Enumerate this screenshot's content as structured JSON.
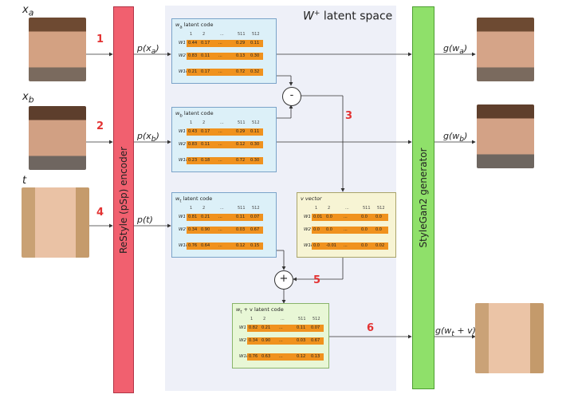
{
  "space_title": "W",
  "space_title_sup": "+",
  "space_title_rest": " latent space",
  "inputs": [
    {
      "label": "x",
      "sub": "a",
      "step": "1",
      "plabel": "p(x",
      "psub": "a",
      "pend": ")"
    },
    {
      "label": "x",
      "sub": "b",
      "step": "2",
      "plabel": "p(x",
      "psub": "b",
      "pend": ")"
    },
    {
      "label": "t",
      "sub": "",
      "step": "4",
      "plabel": "p(t)",
      "psub": "",
      "pend": ""
    }
  ],
  "encoder": "ReStyle (pSp) encoder",
  "generator": "StyleGan2 generator",
  "steps": {
    "s3": "3",
    "s5": "5",
    "s6": "6"
  },
  "ops": {
    "minus": "-",
    "plus": "+"
  },
  "outputs": {
    "ga": {
      "pre": "g(w",
      "sub": "a",
      "post": ")"
    },
    "gb": {
      "pre": "g(w",
      "sub": "b",
      "post": ")"
    },
    "gt": {
      "pre": "g(w",
      "sub": "t",
      "post": " + v)"
    }
  },
  "header": [
    "1",
    "2",
    "...",
    "511",
    "512"
  ],
  "row_labels": [
    "W1",
    "W2",
    "W18"
  ],
  "tables": {
    "wa": {
      "title": "w",
      "title_sub": "a",
      "title_rest": " latent code",
      "rows": [
        [
          "0.44",
          "0.17",
          "...",
          "0.29",
          "0.11"
        ],
        [
          "0.83",
          "0.11",
          "...",
          "0.13",
          "0.30"
        ],
        [
          "0.21",
          "0.17",
          "...",
          "0.72",
          "0.32"
        ]
      ]
    },
    "wb": {
      "title": "w",
      "title_sub": "b",
      "title_rest": " latent code",
      "rows": [
        [
          "0.43",
          "0.17",
          "...",
          "0.29",
          "0.11"
        ],
        [
          "0.83",
          "0.11",
          "...",
          "0.12",
          "0.30"
        ],
        [
          "0.23",
          "0.18",
          "...",
          "0.72",
          "0.30"
        ]
      ]
    },
    "wt": {
      "title": "w",
      "title_sub": "t",
      "title_rest": " latent code",
      "rows": [
        [
          "0.81",
          "0.21",
          "...",
          "0.11",
          "0.07"
        ],
        [
          "0.34",
          "0.90",
          "...",
          "0.03",
          "0.67"
        ],
        [
          "0.76",
          "0.64",
          "...",
          "0.12",
          "0.15"
        ]
      ]
    },
    "v": {
      "title": "v vector",
      "title_sub": "",
      "title_rest": "",
      "rows": [
        [
          "0.01",
          "0.0",
          "...",
          "0.0",
          "0.0"
        ],
        [
          "0.0",
          "0.0",
          "...",
          "0.0",
          "0.0"
        ],
        [
          "0.0",
          "-0.01",
          "...",
          "0.0",
          "0.02"
        ]
      ]
    },
    "wtv": {
      "title": "w",
      "title_sub": "t",
      "title_rest": " + v latent code",
      "rows": [
        [
          "0.82",
          "0.21",
          "...",
          "0.11",
          "0.07"
        ],
        [
          "0.34",
          "0.90",
          "...",
          "0.03",
          "0.67"
        ],
        [
          "0.76",
          "0.63",
          "...",
          "0.12",
          "0.13"
        ]
      ]
    }
  }
}
